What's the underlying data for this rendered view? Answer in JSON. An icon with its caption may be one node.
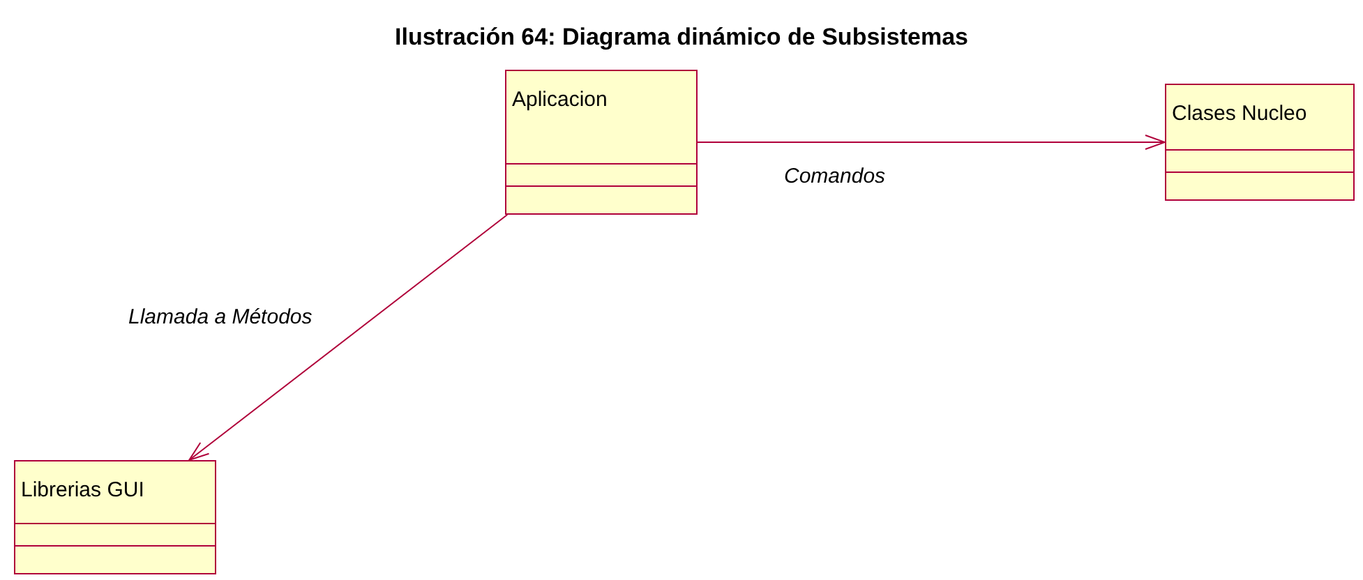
{
  "diagram": {
    "title": "Ilustración 64: Diagrama dinámico de Subsistemas",
    "nodes": [
      {
        "text": [
          "Aplicacion"
        ]
      },
      {
        "text": [
          "Clases Nucleo"
        ]
      },
      {
        "text": [
          "Librerias GUI"
        ]
      }
    ],
    "edges": [
      {
        "from": 0,
        "to": 1,
        "arrow": "to",
        "label": "Comandos"
      },
      {
        "from": 0,
        "to": 2,
        "arrow": "to",
        "label": "Llamada a Métodos"
      }
    ]
  }
}
